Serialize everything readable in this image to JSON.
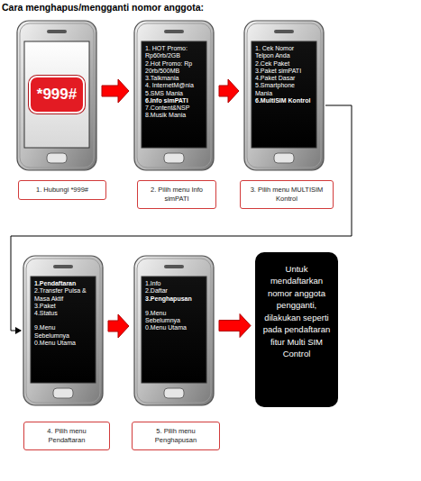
{
  "diagram": {
    "title": "Cara menghapus/mengganti nomor anggota:",
    "nodes": [
      {
        "text": [
          "*999#"
        ]
      },
      {
        "text": [
          "1. HOT Promo: Rp60rb/2GB",
          "2.Hot Promo: Rp 20rb/500MB",
          "3.Talkmania",
          "4. InternetM@nia",
          "5.SMS Mania",
          "6.Info simPATI",
          "7.Content&NSP",
          "8.Musik Mania"
        ]
      },
      {
        "text": [
          "1. Cek Nomor Telpon Anda",
          "2.Cek Paket",
          "3.Paket simPATI",
          "4.Paket Dasar",
          "5.Smartphone Mania",
          "6.MultiSIM Kontrol"
        ]
      },
      {
        "text": [
          "1. Hubungi *999#"
        ]
      },
      {
        "text": [
          "2. Pilih menu Info simPATI"
        ]
      },
      {
        "text": [
          "3. Pilih menu MULTISIM Kontrol"
        ]
      },
      {
        "text": [
          "1.Pendaftaran",
          "2.Transfer Pulsa & Masa Aktif",
          "3.Paket",
          "4.Status",
          "9.Menu Sebelumnya",
          "0.Menu Utama"
        ]
      },
      {
        "text": [
          "1.Info",
          "2.Daftar",
          "3.Penghapusan",
          "9.Menu Sebelumnya",
          "0.Menu Utama"
        ]
      },
      {
        "text": [
          "Untuk mendaftarkan nomor anggota pengganti, dilakukan seperti pada pendaftaran fitur Multi SIM Control"
        ]
      },
      {
        "text": [
          "4. Pilih menu Pendaftaran"
        ]
      },
      {
        "text": [
          "5. Pilih menu Penghapusan"
        ]
      }
    ],
    "edges": [
      {
        "from": 0,
        "to": 1,
        "arrow": "to"
      },
      {
        "from": 1,
        "to": 2,
        "arrow": "to"
      },
      {
        "from": 2,
        "to": 6,
        "arrow": "to"
      },
      {
        "from": 6,
        "to": 7,
        "arrow": "to"
      },
      {
        "from": 7,
        "to": 8,
        "arrow": "to"
      }
    ]
  }
}
